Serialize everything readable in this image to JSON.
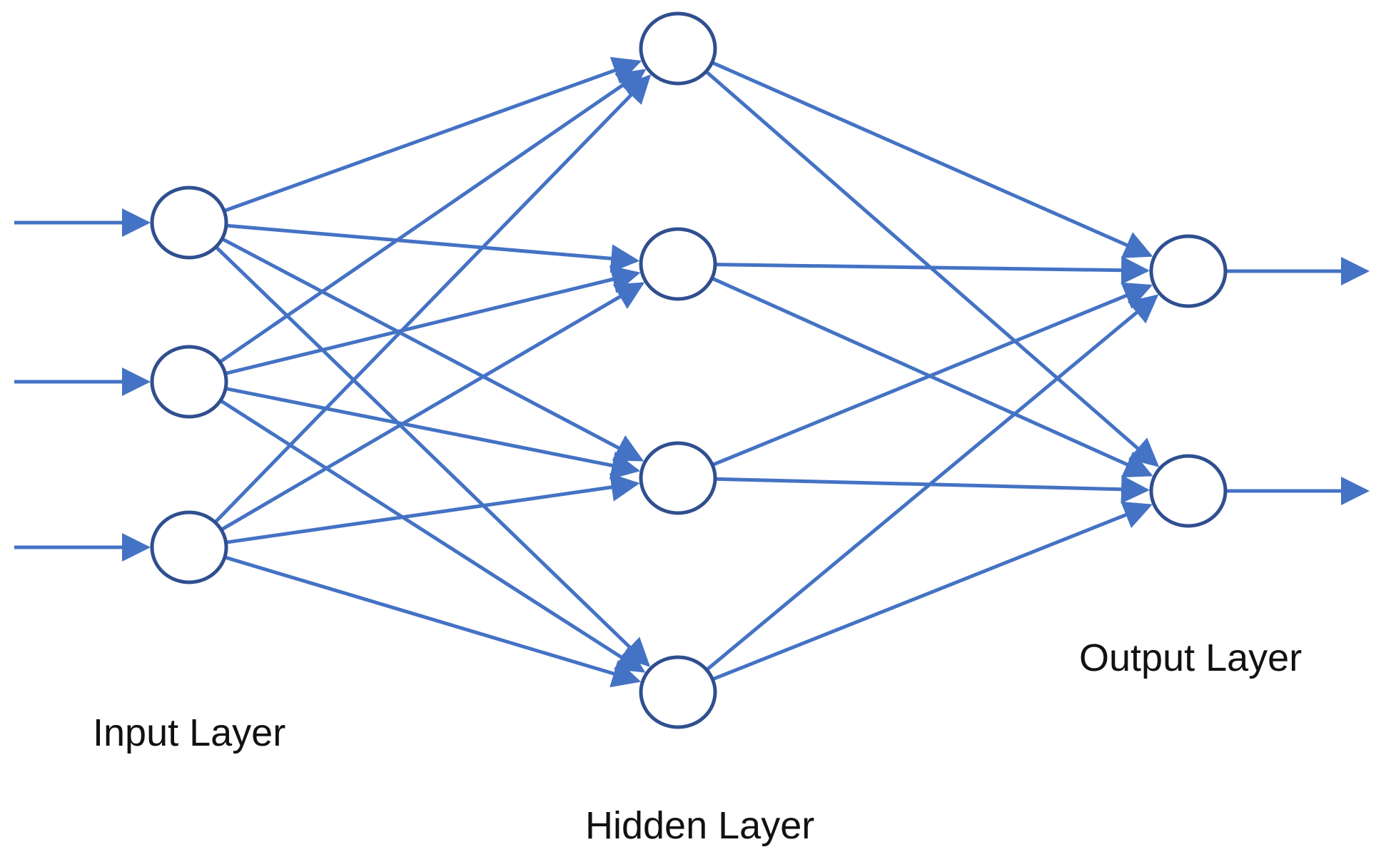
{
  "diagram": {
    "title": "",
    "colors": {
      "edge": "#4472C4",
      "node_stroke": "#2F4F8F",
      "node_fill": "#ffffff",
      "label": "#111111"
    },
    "layers": [
      {
        "id": "input",
        "label": "Input Layer",
        "node_count": 3
      },
      {
        "id": "hidden",
        "label": "Hidden Layer",
        "node_count": 4
      },
      {
        "id": "output",
        "label": "Output Layer",
        "node_count": 2
      }
    ],
    "connectivity": "fully-connected",
    "external_inputs": 3,
    "external_outputs": 2
  }
}
